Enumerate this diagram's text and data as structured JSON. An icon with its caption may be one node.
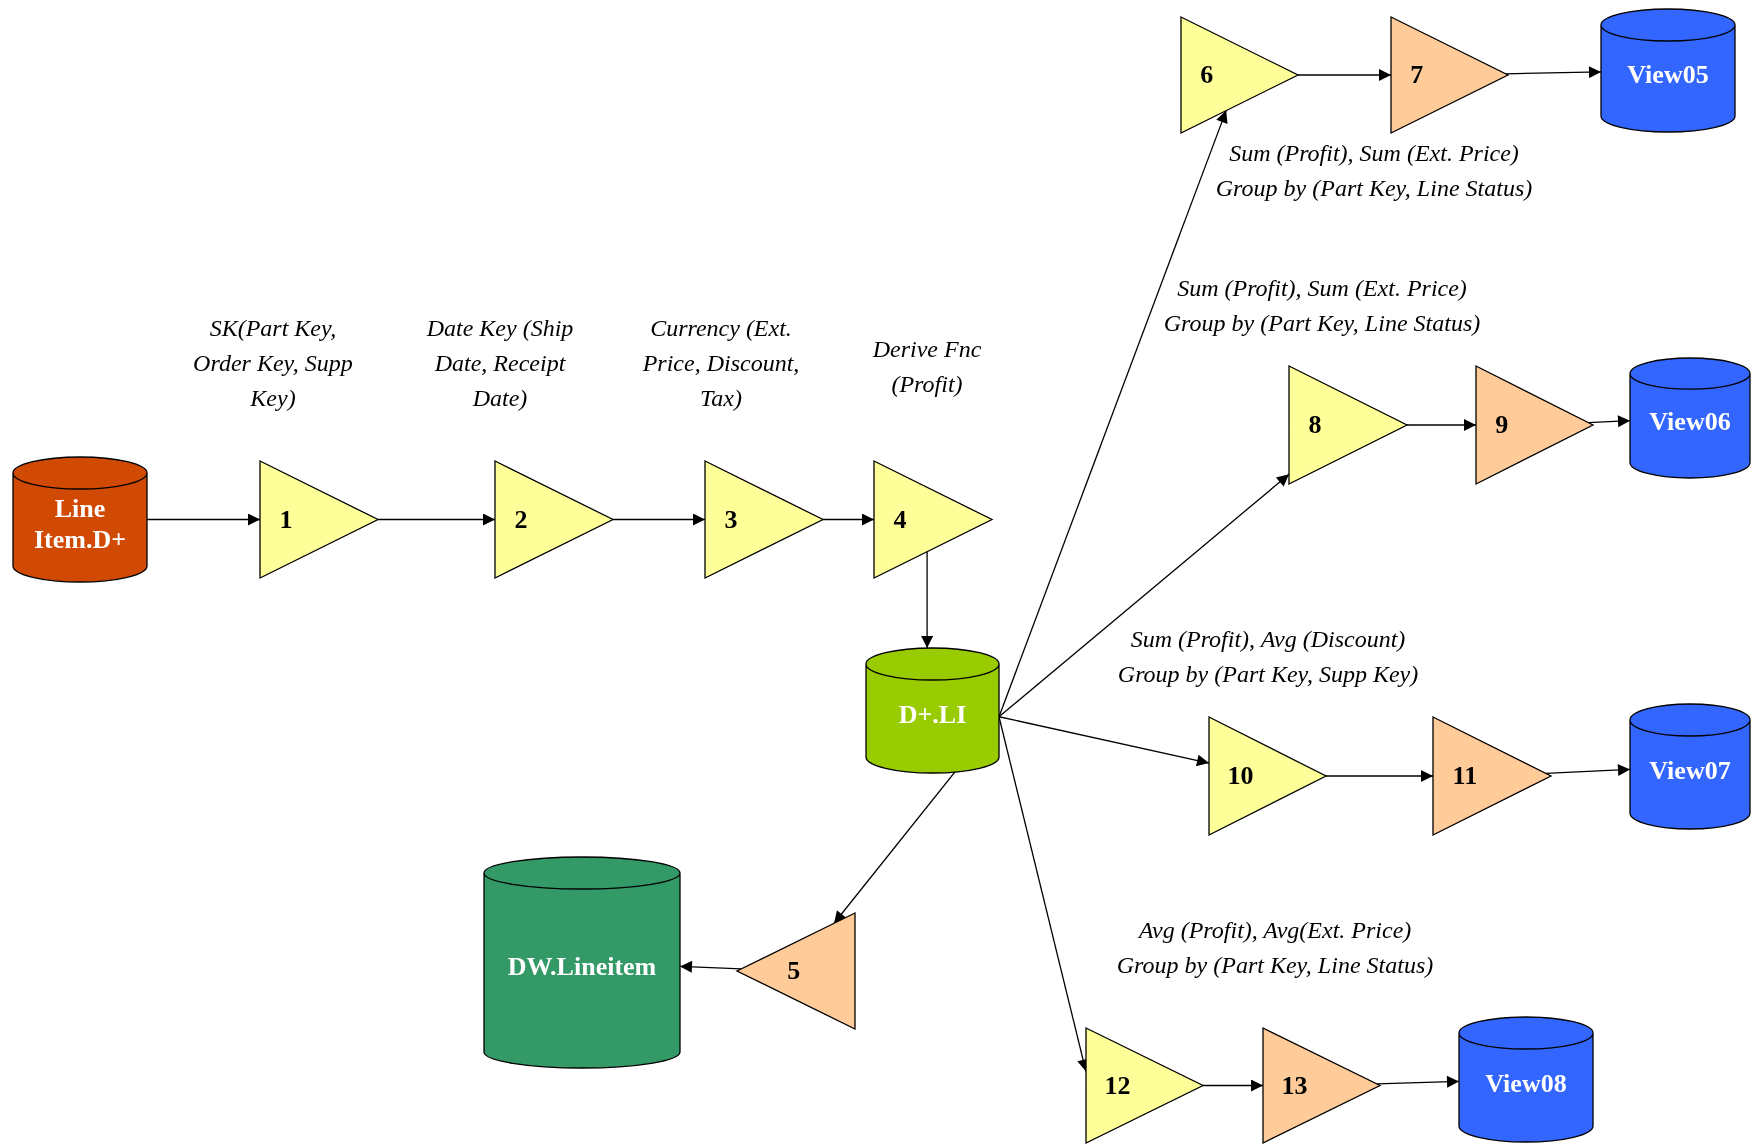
{
  "diagram": {
    "nodes": [
      {
        "text": [
          "Line Item.D+"
        ]
      },
      {
        "text": [
          "1"
        ],
        "beside": [
          "SK(Part Key, Order Key, Supp Key)"
        ]
      },
      {
        "text": [
          "2"
        ],
        "beside": [
          "Date Key (Ship Date, Receipt Date)"
        ]
      },
      {
        "text": [
          "3"
        ],
        "beside": [
          "Currency (Ext. Price, Discount, Tax)"
        ]
      },
      {
        "text": [
          "4"
        ],
        "beside": [
          "Derive Fnc (Profit)"
        ]
      },
      {
        "text": [
          "D+.LI"
        ]
      },
      {
        "text": [
          "5"
        ]
      },
      {
        "text": [
          "DW.Lineitem"
        ]
      },
      {
        "text": [
          "6"
        ],
        "beside": [
          "Sum (Profit), Sum (Ext. Price)",
          "Group by (Part Key, Line Status)"
        ]
      },
      {
        "text": [
          "7"
        ]
      },
      {
        "text": [
          "View05"
        ]
      },
      {
        "text": [
          "8"
        ],
        "beside": [
          "Sum (Profit), Sum (Ext. Price)",
          "Group by (Part Key, Line Status)"
        ]
      },
      {
        "text": [
          "9"
        ]
      },
      {
        "text": [
          "View06"
        ]
      },
      {
        "text": [
          "10"
        ],
        "beside": [
          "Sum (Profit), Avg (Discount)",
          "Group by (Part Key, Supp Key)"
        ]
      },
      {
        "text": [
          "11"
        ]
      },
      {
        "text": [
          "View07"
        ]
      },
      {
        "text": [
          "12"
        ],
        "beside": [
          "Avg (Profit), Avg(Ext. Price)",
          "Group by (Part Key, Line Status)"
        ]
      },
      {
        "text": [
          "13"
        ]
      },
      {
        "text": [
          "View08"
        ]
      }
    ],
    "edges": [
      {
        "from": 0,
        "to": 1,
        "arrow": "to"
      },
      {
        "from": 1,
        "to": 2,
        "arrow": "to"
      },
      {
        "from": 2,
        "to": 3,
        "arrow": "to"
      },
      {
        "from": 3,
        "to": 4,
        "arrow": "to"
      },
      {
        "from": 4,
        "to": 5,
        "arrow": "to"
      },
      {
        "from": 5,
        "to": 6,
        "arrow": "to"
      },
      {
        "from": 6,
        "to": 7,
        "arrow": "to"
      },
      {
        "from": 5,
        "to": 8,
        "arrow": "to"
      },
      {
        "from": 8,
        "to": 9,
        "arrow": "to"
      },
      {
        "from": 9,
        "to": 10,
        "arrow": "to"
      },
      {
        "from": 5,
        "to": 11,
        "arrow": "to"
      },
      {
        "from": 11,
        "to": 12,
        "arrow": "to"
      },
      {
        "from": 12,
        "to": 13,
        "arrow": "to"
      },
      {
        "from": 5,
        "to": 14,
        "arrow": "to"
      },
      {
        "from": 14,
        "to": 15,
        "arrow": "to"
      },
      {
        "from": 15,
        "to": 16,
        "arrow": "to"
      },
      {
        "from": 5,
        "to": 17,
        "arrow": "to"
      },
      {
        "from": 17,
        "to": 18,
        "arrow": "to"
      },
      {
        "from": 18,
        "to": 19,
        "arrow": "to"
      }
    ]
  }
}
